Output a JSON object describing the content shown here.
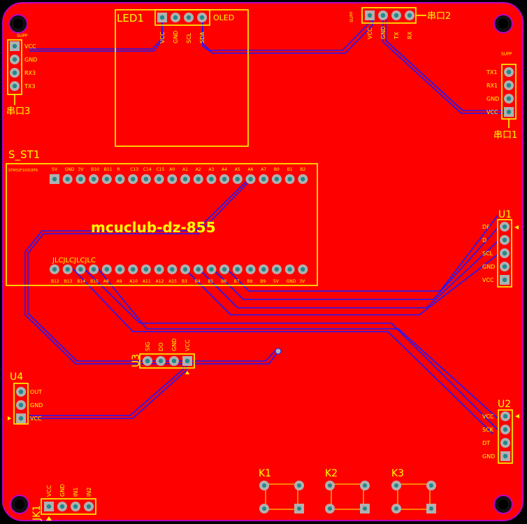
{
  "board": {
    "title": "mcuclub-dz-855",
    "jlc_mark": "JLCJLCJLCJLC",
    "colors": {
      "copper": "#ff0000",
      "silk": "#ffff00",
      "trace": "#1a1aff",
      "pad": "#b0b0b0",
      "hole": "#1f8a8a",
      "mount": "#c000c0"
    }
  },
  "components": {
    "led1": {
      "ref": "LED1",
      "type": "OLED",
      "pins": [
        "VCC",
        "GND",
        "SCL",
        "SDA"
      ]
    },
    "uart2": {
      "ref": "串口2",
      "pins": [
        "VCC",
        "GND",
        "TX",
        "RX"
      ],
      "side_label": "SUPP"
    },
    "uart3": {
      "ref": "串口3",
      "pins": [
        "VCC",
        "GND",
        "RX3",
        "TX3"
      ],
      "top_label": "SUPP"
    },
    "uart1": {
      "ref": "串口1",
      "pins": [
        "TX1",
        "RX1",
        "GND",
        "VCC"
      ],
      "top_label": "SUPP"
    },
    "s_st1": {
      "ref": "S_ST1",
      "top_pins": [
        "5V",
        "GND",
        "3V",
        "B10",
        "B11",
        "R",
        "C13",
        "C14",
        "C15",
        "A0",
        "A1",
        "A2",
        "A3",
        "A4",
        "A5",
        "A6",
        "A7",
        "B0",
        "B1",
        "B2"
      ],
      "bottom_pins": [
        "B12",
        "B13",
        "B14",
        "B15",
        "A8",
        "A9",
        "A10",
        "A11",
        "A12",
        "A15",
        "B3",
        "B4",
        "B5",
        "B6",
        "B7",
        "B8",
        "B9",
        "5V",
        "GND",
        "3V"
      ],
      "header_text": "STM32F103C8T6"
    },
    "u1": {
      "ref": "U1",
      "pins": [
        "DF",
        "D",
        "SCL",
        "GND",
        "VCC"
      ]
    },
    "u2": {
      "ref": "U2",
      "pins": [
        "VCC",
        "SCK",
        "DT",
        "GND"
      ]
    },
    "u3": {
      "ref": "U3",
      "pins": [
        "SIG",
        "DO",
        "GND",
        "VCC"
      ]
    },
    "u4": {
      "ref": "U4",
      "pins": [
        "OUT",
        "GND",
        "VCC"
      ]
    },
    "jk1": {
      "ref": "JK1",
      "pins": [
        "VCC",
        "GND",
        "IN1",
        "IN2"
      ]
    },
    "k1": {
      "ref": "K1"
    },
    "k2": {
      "ref": "K2"
    },
    "k3": {
      "ref": "K3"
    }
  }
}
